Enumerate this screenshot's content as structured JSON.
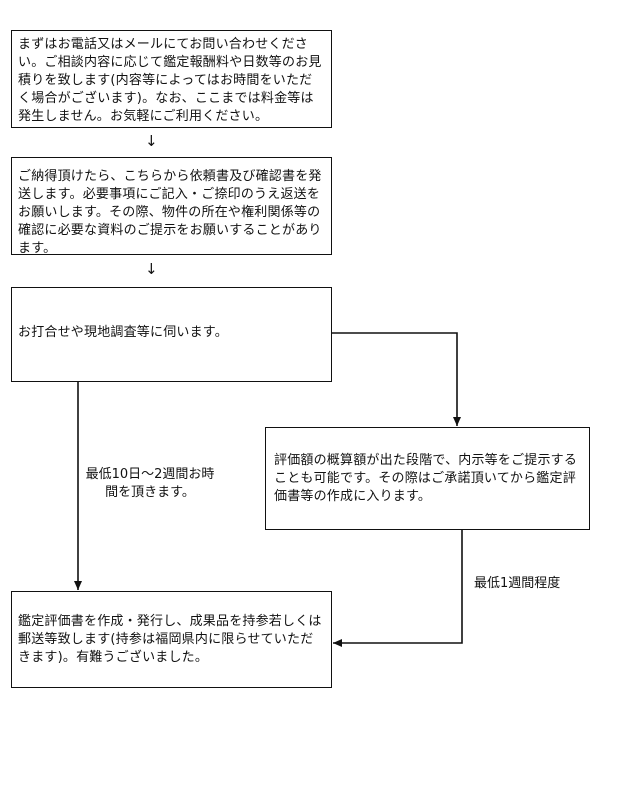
{
  "steps": {
    "step1": "まずはお電話又はメールにてお問い合わせください。ご相談内容に応じて鑑定報酬料や日数等のお見積りを致します(内容等によってはお時間をいただく場合がございます)。なお、ここまでは料金等は発生しません。お気軽にご利用ください。",
    "step2": "ご納得頂けたら、こちらから依頼書及び確認書を発送します。必要事項にご記入・ご捺印のうえ返送をお願いします。その際、物件の所在や権利関係等の確認に必要な資料のご提示をお願いすることがあります。",
    "step3": "お打合せや現地調査等に伺います。",
    "step4": "評価額の概算額が出た段階で、内示等をご提示することも可能です。その際はご承諾頂いてから鑑定評価書等の作成に入ります。",
    "step5": "鑑定評価書を作成・発行し、成果品を持参若しくは郵送等致します(持参は福岡県内に限らせていただきます)。有難うございました。"
  },
  "arrows": {
    "down_glyph": "↓"
  },
  "notes": {
    "left": "最低10日～2週間お時間を頂きます。",
    "right": "最低1週間程度"
  }
}
